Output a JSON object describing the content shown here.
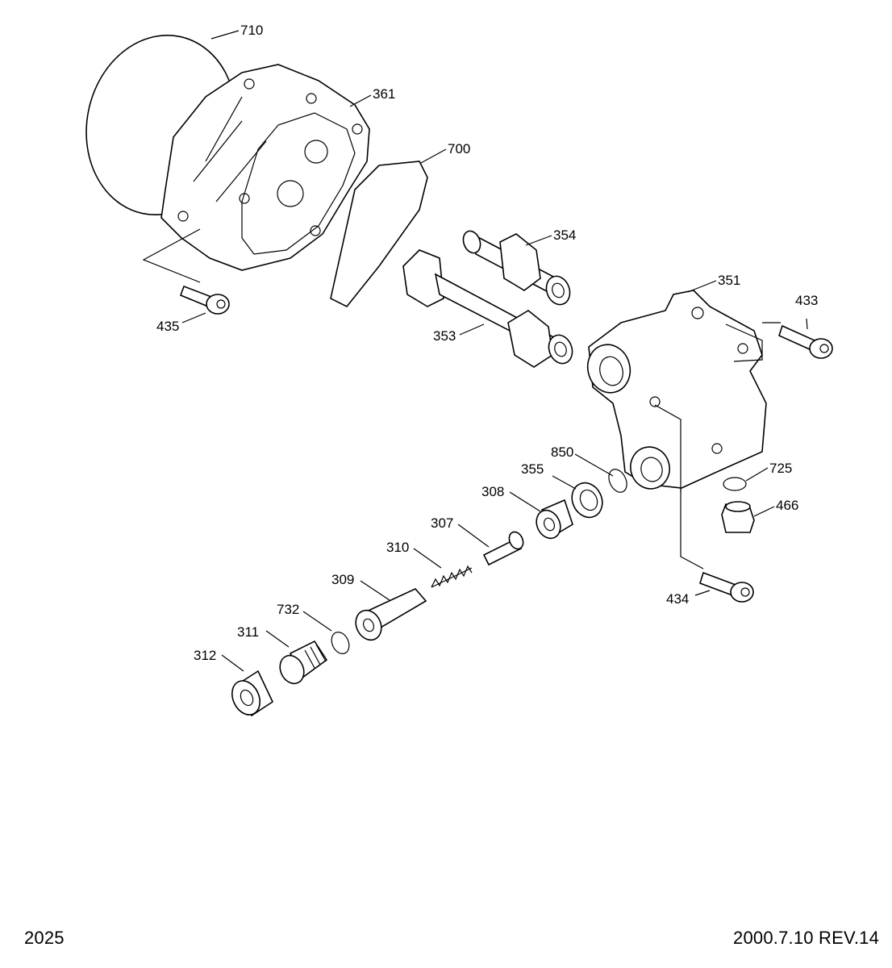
{
  "footer": {
    "page_number": "2025",
    "revision": "2000.7.10 REV.14"
  },
  "labels": {
    "p710": "710",
    "p361": "361",
    "p700": "700",
    "p354": "354",
    "p353": "353",
    "p435": "435",
    "p351": "351",
    "p433": "433",
    "p850": "850",
    "p355": "355",
    "p725": "725",
    "p308": "308",
    "p466": "466",
    "p307": "307",
    "p310": "310",
    "p309": "309",
    "p732": "732",
    "p311": "311",
    "p312": "312",
    "p434": "434"
  }
}
